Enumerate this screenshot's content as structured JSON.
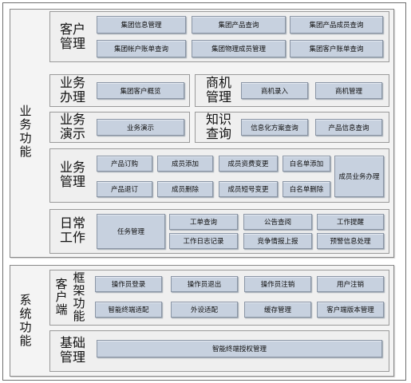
{
  "functions": {
    "business_label": "业务功能",
    "system_label": "系统功能"
  },
  "sections": {
    "customer": {
      "label": "客户\n管理",
      "buttons": [
        "集团信息管理",
        "集团产品查询",
        "集团产品成员查询",
        "集团帐户账单查询",
        "集团物理成员管理",
        "集团客户账单查询"
      ]
    },
    "business_handle": {
      "label": "业务\n办理",
      "buttons": [
        "集团客户概览"
      ]
    },
    "opportunity": {
      "label": "商机\n管理",
      "buttons": [
        "商机录入",
        "商机管理"
      ]
    },
    "demo": {
      "label": "业务\n演示",
      "buttons": [
        "业务演示"
      ]
    },
    "knowledge": {
      "label": "知识\n查询",
      "buttons": [
        "信息化方案查询",
        "产品信息查询"
      ]
    },
    "business_mgmt": {
      "label": "业务\n管理",
      "buttons": [
        "产品订购",
        "成员添加",
        "成员资费变更",
        "白名单添加",
        "产品退订",
        "成员删除",
        "成员短号变更",
        "白名单删除"
      ],
      "side_button": "成员业务办理"
    },
    "daily": {
      "label": "日常\n工作",
      "big_button": "任务管理",
      "buttons": [
        "工单查询",
        "公告查阅",
        "工作提醒",
        "工作日志记录",
        "竞争情报上报",
        "预警信息处理"
      ]
    },
    "framework": {
      "label_left": "客户端",
      "label_right": "框架功能",
      "buttons": [
        "操作员登录",
        "操作员退出",
        "操作员注销",
        "用户注销",
        "智能终端适配",
        "外设适配",
        "缓存管理",
        "客户端版本管理"
      ]
    },
    "base": {
      "label": "基础\n管理",
      "buttons": [
        "智能终端授权管理"
      ]
    }
  }
}
